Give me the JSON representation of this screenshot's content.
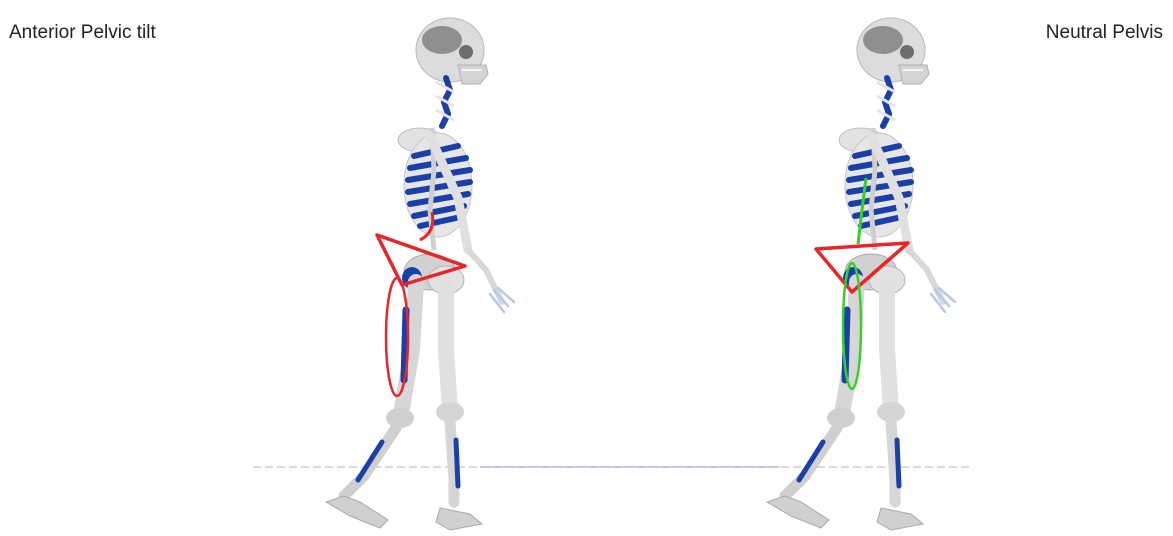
{
  "labels": {
    "left": "Anterior Pelvic tilt",
    "right": "Neutral Pelvis"
  },
  "colors": {
    "bone": "#dcdcdc",
    "bone_dark": "#9e9e9e",
    "muscle": "#1a3fa8",
    "tilt_marker": "#e8262a",
    "neutral_marker": "#35d12b",
    "ground": "#c7cde0"
  },
  "figures": [
    {
      "name": "anterior-tilt-skeleton",
      "marker_color_key": "tilt_marker"
    },
    {
      "name": "neutral-pelvis-skeleton",
      "marker_color_key": "neutral_marker"
    }
  ]
}
